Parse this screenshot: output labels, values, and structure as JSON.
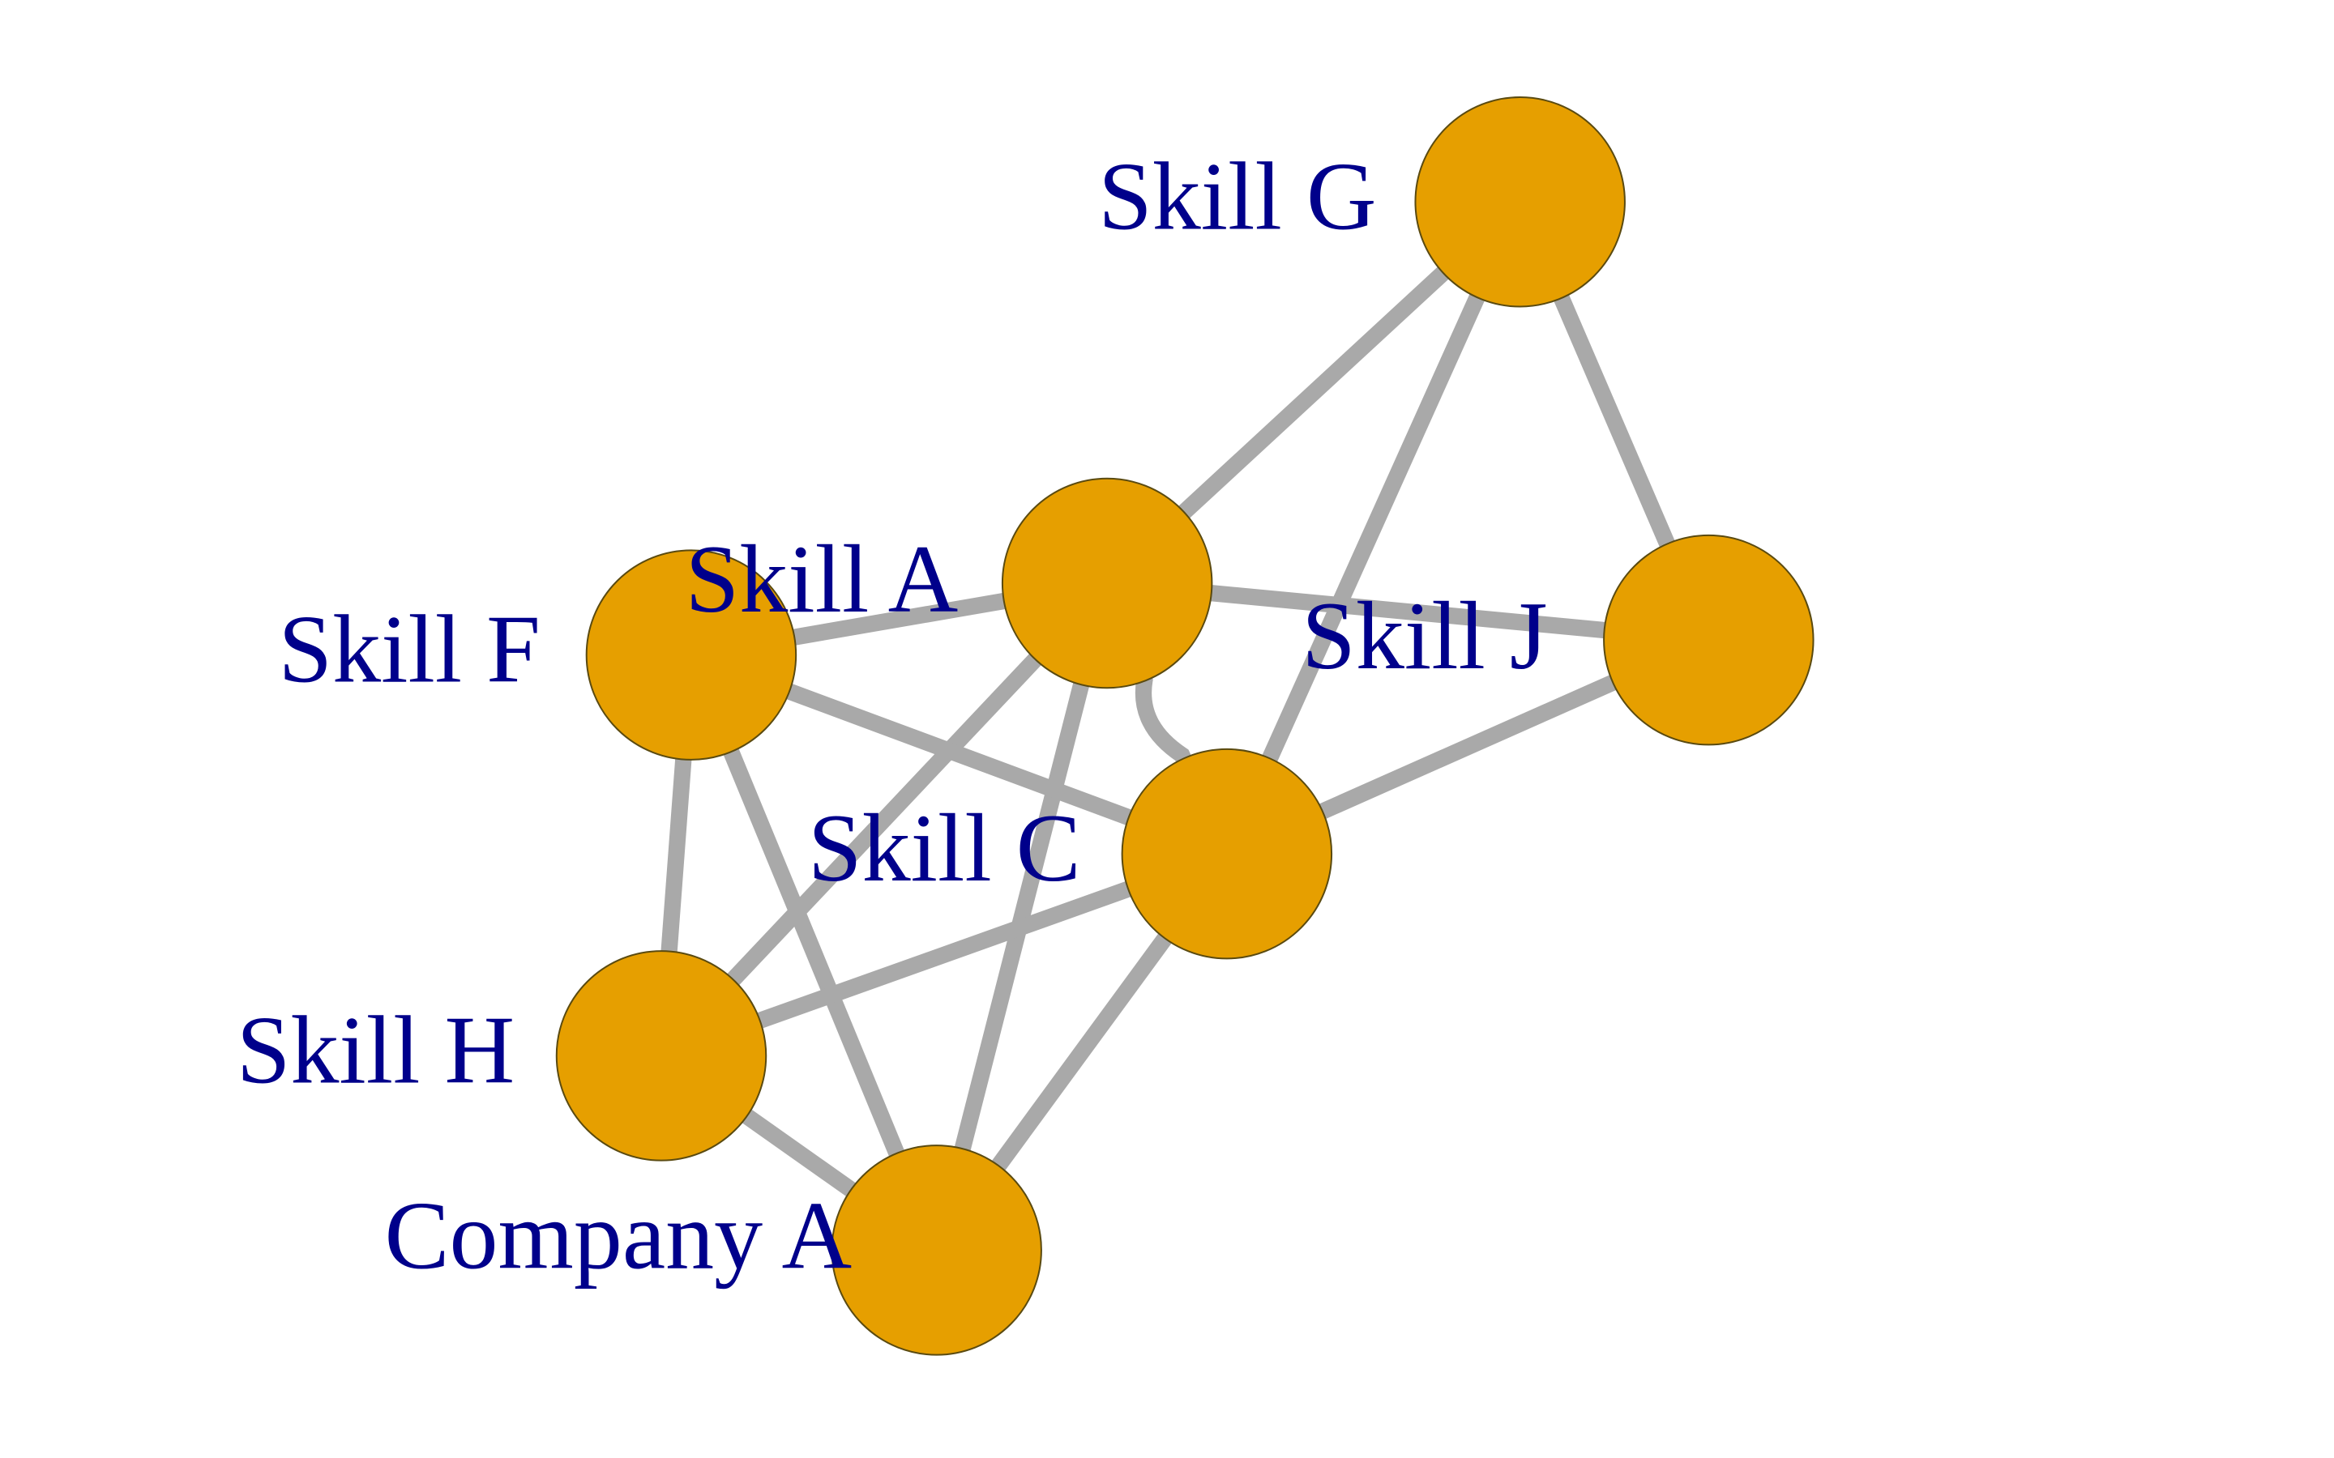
{
  "graph": {
    "node_color": "#E69F00",
    "edge_color": "#A9A9A9",
    "label_color": "#00008B",
    "nodes": [
      {
        "id": "skill_g",
        "label": "Skill G"
      },
      {
        "id": "skill_a",
        "label": "Skill A"
      },
      {
        "id": "skill_f",
        "label": "Skill F"
      },
      {
        "id": "skill_j",
        "label": "Skill J"
      },
      {
        "id": "skill_c",
        "label": "Skill C"
      },
      {
        "id": "skill_h",
        "label": "Skill H"
      },
      {
        "id": "company_a",
        "label": "Company A"
      }
    ],
    "edges": [
      {
        "source": "skill_g",
        "target": "skill_a"
      },
      {
        "source": "skill_g",
        "target": "skill_c"
      },
      {
        "source": "skill_g",
        "target": "skill_j"
      },
      {
        "source": "skill_a",
        "target": "skill_f"
      },
      {
        "source": "skill_a",
        "target": "skill_j"
      },
      {
        "source": "skill_a",
        "target": "skill_c"
      },
      {
        "source": "skill_a",
        "target": "skill_h"
      },
      {
        "source": "skill_a",
        "target": "company_a"
      },
      {
        "source": "skill_f",
        "target": "skill_c"
      },
      {
        "source": "skill_f",
        "target": "skill_h"
      },
      {
        "source": "skill_f",
        "target": "company_a"
      },
      {
        "source": "skill_j",
        "target": "skill_c"
      },
      {
        "source": "skill_c",
        "target": "skill_h"
      },
      {
        "source": "skill_c",
        "target": "company_a"
      },
      {
        "source": "skill_h",
        "target": "company_a"
      }
    ]
  }
}
